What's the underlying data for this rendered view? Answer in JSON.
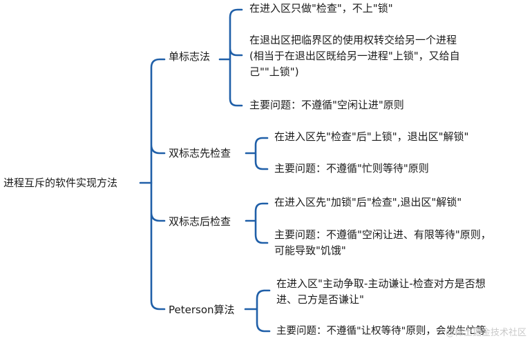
{
  "root": "进程互斥的软件实现方法",
  "branches": [
    {
      "label": "单标志法",
      "items": [
        [
          "在进入区只做\"检查\"，不上\"锁\""
        ],
        [
          "在退出区把临界区的使用权转交给另一个进程",
          "(相当于在退出区既给另一进程\"上锁\"，又给自",
          "己\"\"上锁\")"
        ],
        [
          "主要问题：不遵循\"空闲让进\"原则"
        ]
      ]
    },
    {
      "label": "双标志先检查",
      "items": [
        [
          "在进入区先\"检查\"后\"上锁\"，退出区\"解锁\""
        ],
        [
          "主要问题：不遵循\"忙则等待\"原则"
        ]
      ]
    },
    {
      "label": "双标志后检查",
      "items": [
        [
          "在进入区先\"加锁\"后\"检查\",退出区\"解锁\""
        ],
        [
          "主要问题：不遵循\"空闲让进、有限等待\"原则，",
          "可能导致\"饥饿\""
        ]
      ]
    },
    {
      "label": "Peterson算法",
      "items": [
        [
          "在进入区\"主动争取-主动谦让-检查对方是否想",
          "进、己方是否谦让\""
        ],
        [
          "主要问题：不遵循\"让权等待\"原则，会发生忙等"
        ]
      ]
    }
  ],
  "watermark": "@稀土掘金技术社区"
}
